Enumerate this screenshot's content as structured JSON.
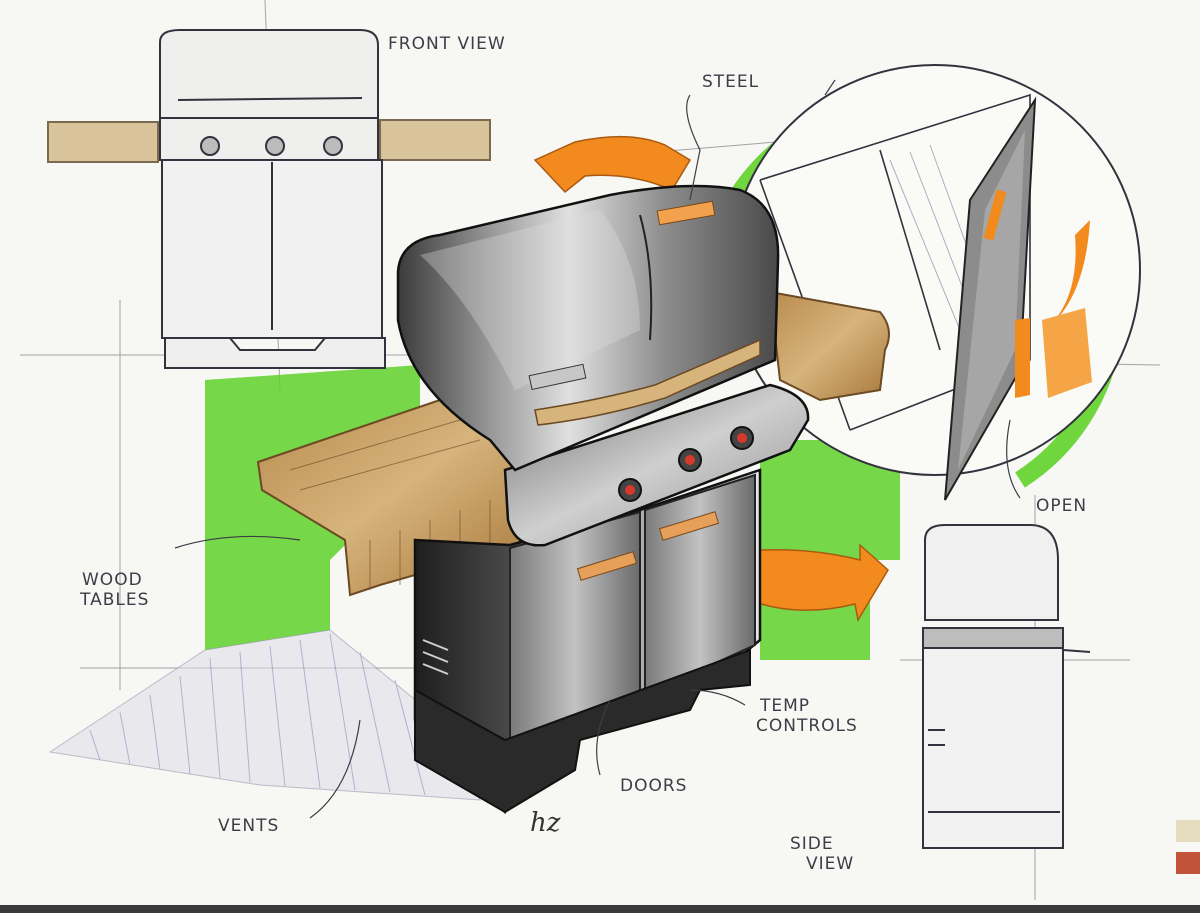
{
  "labels": {
    "front_view": "FRONT VIEW",
    "steel": "STEEL",
    "open": "OPEN",
    "wood_tables_line1": "WOOD",
    "wood_tables_line2": "TABLES",
    "temp_controls_line1": "TEMP",
    "temp_controls_line2": "CONTROLS",
    "doors": "DOORS",
    "vents": "VENTS",
    "side_view_line1": "SIDE",
    "side_view_line2": "VIEW"
  },
  "signature": "hz",
  "colors": {
    "paper": "#f7f7f4",
    "ink": "#2e2e3a",
    "highlight_green": "#5fd12a",
    "accent_orange": "#f28a1e",
    "wood": "#c9a36a",
    "steel": "#8c8c8c",
    "dark_steel": "#3a3a3a",
    "swatch_beige": "#e6dcc0",
    "swatch_red": "#c0533a"
  }
}
